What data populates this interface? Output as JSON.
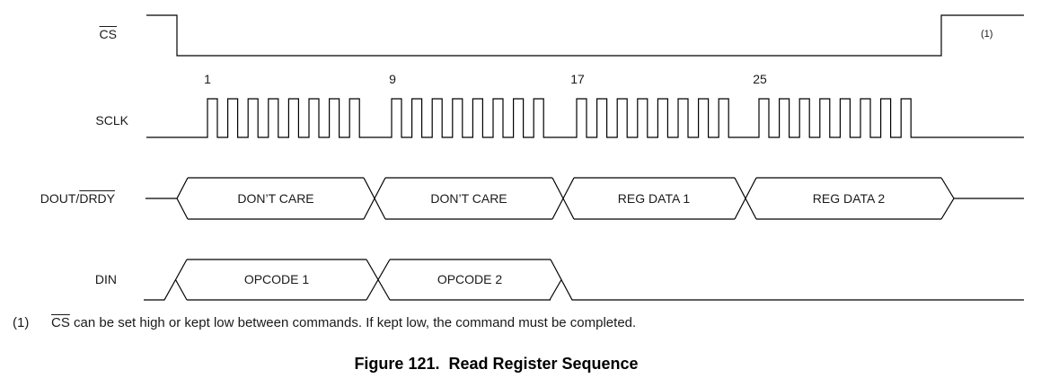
{
  "figure": {
    "title": "Figure 121.  Read Register Sequence",
    "annotation_ref": "(1)",
    "footnote": {
      "marker": "(1)",
      "overline_text": "CS",
      "text": " can be set high or kept low between commands. If kept low, the command must be completed."
    }
  },
  "colors": {
    "line": "#000000",
    "text": "#1a1a1a",
    "background": "#ffffff"
  },
  "signals": [
    {
      "name": "chip-select",
      "type": "digital",
      "label_parts": [
        {
          "text": "CS",
          "overline": true
        }
      ],
      "states": [
        "high",
        "low",
        "high"
      ]
    },
    {
      "name": "serial-clock",
      "type": "clock",
      "label_parts": [
        {
          "text": "SCLK",
          "overline": false
        }
      ],
      "clock_numbers": [
        "1",
        "9",
        "17",
        "25"
      ],
      "pulses_per_burst": 8
    },
    {
      "name": "data-out-data-ready",
      "type": "bus",
      "label_parts": [
        {
          "text": "DOUT/",
          "overline": false
        },
        {
          "text": "DRDY",
          "overline": true
        }
      ],
      "segments": [
        {
          "label": "DON’T CARE"
        },
        {
          "label": "DON’T CARE"
        },
        {
          "label": "REG DATA 1"
        },
        {
          "label": "REG DATA 2"
        }
      ]
    },
    {
      "name": "data-in",
      "type": "bus",
      "label_parts": [
        {
          "text": "DIN",
          "overline": false
        }
      ],
      "segments": [
        {
          "label": "OPCODE 1"
        },
        {
          "label": "OPCODE 2"
        }
      ]
    }
  ]
}
